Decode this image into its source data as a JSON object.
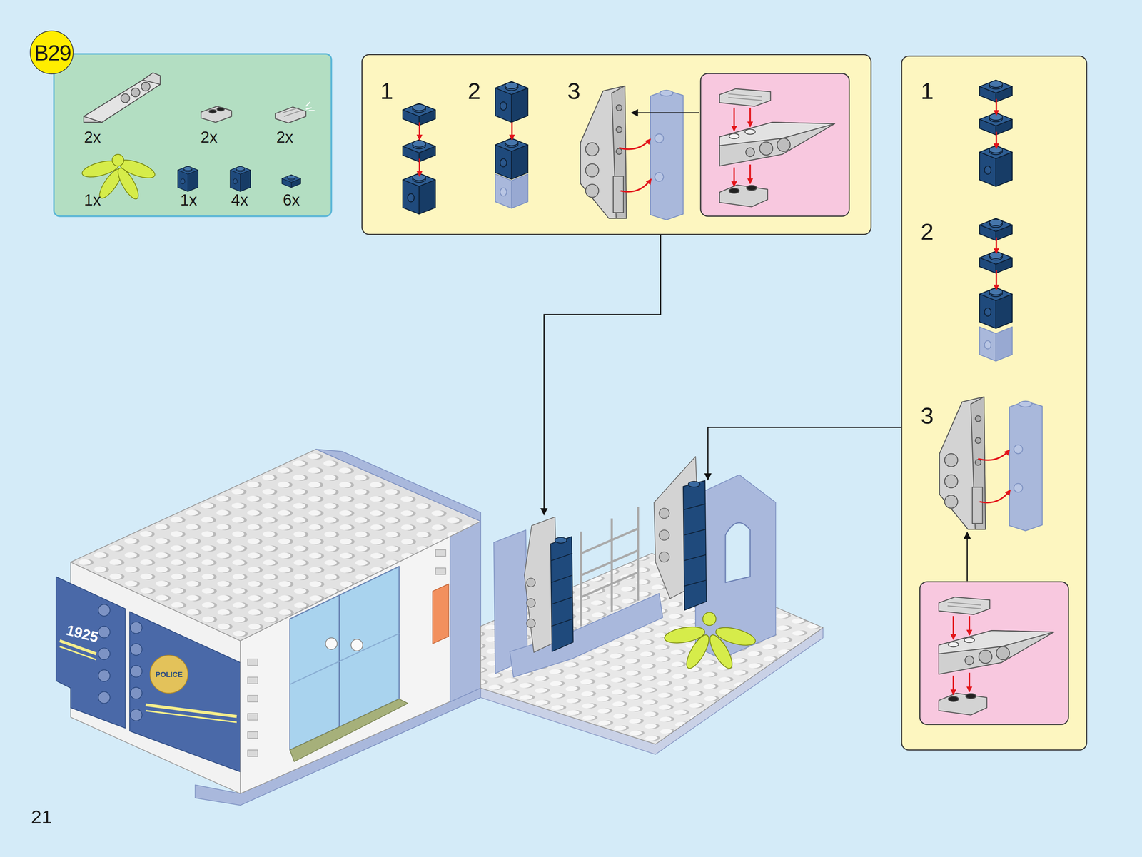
{
  "diagram": {
    "nodes": [
      {
        "text": [
          "B29"
        ]
      },
      {
        "text": [
          "2x",
          "2x",
          "2x",
          "1x",
          "1x",
          "4x",
          "6x"
        ]
      },
      {
        "text": [
          "1",
          "2",
          "3"
        ]
      },
      {
        "text": [
          "1",
          "2",
          "3"
        ]
      }
    ],
    "labels": [
      "1925",
      "POLICE",
      "21"
    ]
  }
}
